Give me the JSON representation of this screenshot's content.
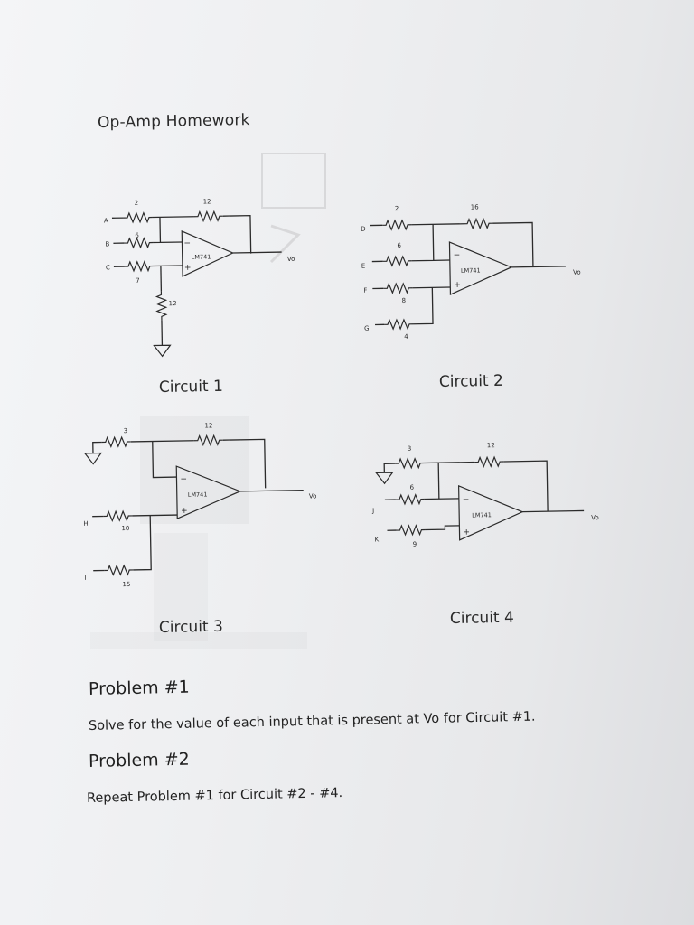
{
  "page": {
    "title": "Op-Amp Homework"
  },
  "circuits": {
    "c1": {
      "caption": "Circuit 1",
      "op_amp": "LM741",
      "output": "Vo",
      "labels": {
        "A": "A",
        "B": "B",
        "C": "C"
      },
      "resistors": {
        "rA": "2",
        "rB": "6",
        "rC": "7",
        "rf": "12",
        "rg": "12"
      }
    },
    "c2": {
      "caption": "Circuit 2",
      "op_amp": "LM741",
      "output": "Vo",
      "labels": {
        "D": "D",
        "E": "E",
        "F": "F",
        "G": "G"
      },
      "resistors": {
        "rD": "2",
        "rE": "6",
        "rF": "8",
        "rG": "4",
        "rf": "16"
      }
    },
    "c3": {
      "caption": "Circuit 3",
      "op_amp": "LM741",
      "output": "Vo",
      "labels": {
        "H": "H",
        "I": "I"
      },
      "resistors": {
        "rg": "3",
        "rf": "12",
        "rH": "10",
        "rI": "15"
      }
    },
    "c4": {
      "caption": "Circuit 4",
      "op_amp": "LM741",
      "output": "Vo",
      "labels": {
        "J": "J",
        "K": "K"
      },
      "resistors": {
        "rg": "3",
        "rf": "12",
        "rJ": "6",
        "rK": "9"
      }
    }
  },
  "problems": [
    {
      "heading": "Problem #1",
      "text": "Solve for the value of each input that is present at Vo for Circuit #1."
    },
    {
      "heading": "Problem #2",
      "text": "Repeat Problem #1 for Circuit #2 - #4."
    }
  ]
}
